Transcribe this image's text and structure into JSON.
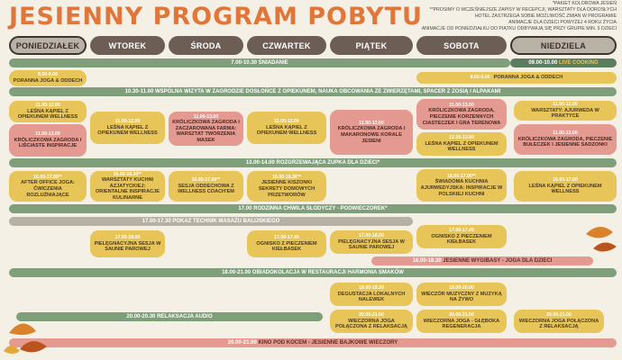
{
  "title": "JESIENNY PROGRAM POBYTU",
  "notes": [
    "*PAKIET KOLOROWA JESIEŃ",
    "**PROSIMY O WCZEŚNIEJSZE ZAPISY W RECEPCJI, WARSZTATY DLA DOROSŁYCH",
    "HOTEL ZASTRZEGA SOBIE MOŻLIWOŚĆ ZMIAN W PROGRAMIE",
    "ANIMACJE DLA DZIECI POWYŻEJ 4 ROKU ŻYCIA",
    "ANIMACJE OD PONIEDZIAŁKU DO PIĄTKU ODBYWAJĄ SIĘ PRZY GRUPIE MIN. 5 DZIECI"
  ],
  "days": [
    "PONIEDZIAŁEK",
    "WTOREK",
    "ŚRODA",
    "CZWARTEK",
    "PIĄTEK",
    "SOBOTA",
    "NIEDZIELA"
  ],
  "bars": {
    "breakfast": {
      "time": "7.00-10.30",
      "label": "ŚNIADANIE"
    },
    "live_cooking": {
      "time": "09.00-10.00",
      "label": "LIVE COOKING"
    },
    "farm": {
      "time": "10.30-11.00",
      "label": "WSPÓLNA WIZYTA W ZAGRODZIE DOSŁOŃCE Z OPIEKUNEM, NAUKA OBCOWANIA ZE ZWIERZĘTAMI, SPACER Z ZOSIĄ I ALPAKAMI"
    },
    "soup": {
      "time": "13.00-14.00",
      "label": "ROZGRZEWAJĄCA ZUPKA DLA DZIECI*"
    },
    "sweet": {
      "time": "17.00",
      "label": "RODZINNA CHWILA SŁODYCZY - PODWIECZOREK*"
    },
    "massage": {
      "time": "17.00-17.30",
      "label": "POKAZ TECHNIK MASAŻU BALIJSKIEGO"
    },
    "games": {
      "time": "18.00-18.30",
      "label": "JESIENNE WYGIBASY - JOGA DLA DZIECI"
    },
    "dinner": {
      "time": "18.00-21.00",
      "label": "OBIADOKOLACJA W RESTAURACJI HARMONIA SMAKÓW"
    },
    "relax": {
      "time": "20.00-20.30",
      "label": "RELAKSACJA AUDIO"
    },
    "cinema": {
      "time": "20.00-21.00",
      "label": "KINO POD KOCEM - JESIENNE BAJKOWE WIECZORY"
    }
  },
  "boxes": {
    "mon_yoga": {
      "time": "8.00-9.00",
      "name": "PORANNA JOGA & ODDECH"
    },
    "sat_yoga": {
      "time": "8.00-9.00",
      "name": "PORANNA JOGA & ODDECH"
    },
    "mon_bath": {
      "time": "11.00-12.00",
      "name": "LEŚNA KĄPIEL Z OPIEKUNEM WELLNESS"
    },
    "mon_rabbit": {
      "time": "11.00-13.00",
      "name": "KRÓLICZKOWA ZAGRODA I LIŚCIASTE INSPIRACJE"
    },
    "tue_bath": {
      "time": "11.00-12.00",
      "name": "LEŚNA KĄPIEL Z OPIEKUNEM WELLNESS"
    },
    "wed_rabbit": {
      "time": "11.00-13.00",
      "name": "KRÓLICZKOWA ZAGRODA I ZACZAROWANA FARMA: WARSZTAT TWORZENIA MASEK"
    },
    "thu_bath": {
      "time": "11.00-12.00",
      "name": "LEŚNA KĄPIEL Z OPIEKUNEM WELLNESS"
    },
    "fri_rabbit": {
      "time": "11.00-13.00",
      "name": "KRÓLICZKOWA ZAGRODA I MAKARONOWE KORALE JESIENI"
    },
    "sat_rabbit": {
      "time": "11.00-13.00",
      "name": "KRÓLICZKOWA ZAGRODA, PIECZENIE KORZENNYCH CIASTECZEK I GRA TERENOWA"
    },
    "sat_bath": {
      "time": "12.00-13.00",
      "name": "LEŚNA KĄPIEL Z OPIEKUNEM WELLNESS"
    },
    "sun_ayur": {
      "time": "11.00-12.00",
      "name": "WARSZTATY: AJURWEDA W PRAKTYCE"
    },
    "sun_rabbit": {
      "time": "11.00-13.00",
      "name": "KRÓLICZKOWA ZAGRODA, PIECZENIE BUŁECZEK I JESIENNE SADZONKI"
    },
    "mon_office": {
      "time": "16.00-17.00**",
      "name": "AFTER OFFICE JOGA: ĆWICZENIA ROZLUŹNIAJĄCE"
    },
    "tue_kitchen": {
      "time": "16.00-16.30**",
      "name": "WARSZTATY KUCHNI AZJATYCKIEJ: ORIENTALNE INSPIRACJE KULINARNE"
    },
    "wed_breath": {
      "time": "16.00-17.00**",
      "name": "SESJA ODDECHOWA Z WELLNESS COACH'EM"
    },
    "thu_pickles": {
      "time": "16.00-16.30**",
      "name": "JESIENNE KISZONKI SEKRETY DOMOWYCH PRZETWORÓW"
    },
    "sat_kitchen": {
      "time": "16.00-17.00**",
      "name": "ŚWIADOMA KUCHNIA AJURWEDYJSKA: INSPIRACJE W POLSKIEJ KUCHNI"
    },
    "sun_bath": {
      "time": "16.00-17.00",
      "name": "LEŚNA KĄPIEL Z OPIEKUNEM WELLNESS"
    },
    "tue_sauna": {
      "time": "17.00-18.00",
      "name": "PIELĘGNACYJNA SESJA W SAUNIE PAROWEJ"
    },
    "thu_fire": {
      "time": "17.00-17.45",
      "name": "OGNISKO Z PIECZENIEM KIEŁBASEK"
    },
    "fri_sauna": {
      "time": "17.00-18.00",
      "name": "PIELĘGNACYJNA SESJA W SAUNIE PAROWEJ"
    },
    "sat_fire": {
      "time": "17.00-17.45",
      "name": "OGNISKO Z PIECZENIEM KIEŁBASEK"
    },
    "fri_tasting": {
      "time": "19.00-19.30",
      "name": "DEGUSTACJA LOKALNYCH NALEWEK"
    },
    "sat_music": {
      "time": "19.00-20.00",
      "name": "WIECZÓR MUZYCZNY Z MUZYKĄ NA ŻYWO"
    },
    "fri_yoga": {
      "time": "20.00-21.00",
      "name": "WIECZORNA JOGA POŁĄCZONA Z RELAKSACJĄ"
    },
    "sat_yoga_eve": {
      "time": "20.00-21.00",
      "name": "WIECZORNA JOGA - GŁĘBOKA REGENERACJA"
    },
    "sun_yoga_eve": {
      "time": "20.00-21.00",
      "name": "WIECZORNA JOGA POŁĄCZONA Z RELAKSACJĄ"
    }
  },
  "colors": {
    "orange": "#e0763a",
    "green": "#7e9f7a",
    "yellow": "#e7c558",
    "pink": "#e49a90",
    "brown": "#6d5e55"
  }
}
